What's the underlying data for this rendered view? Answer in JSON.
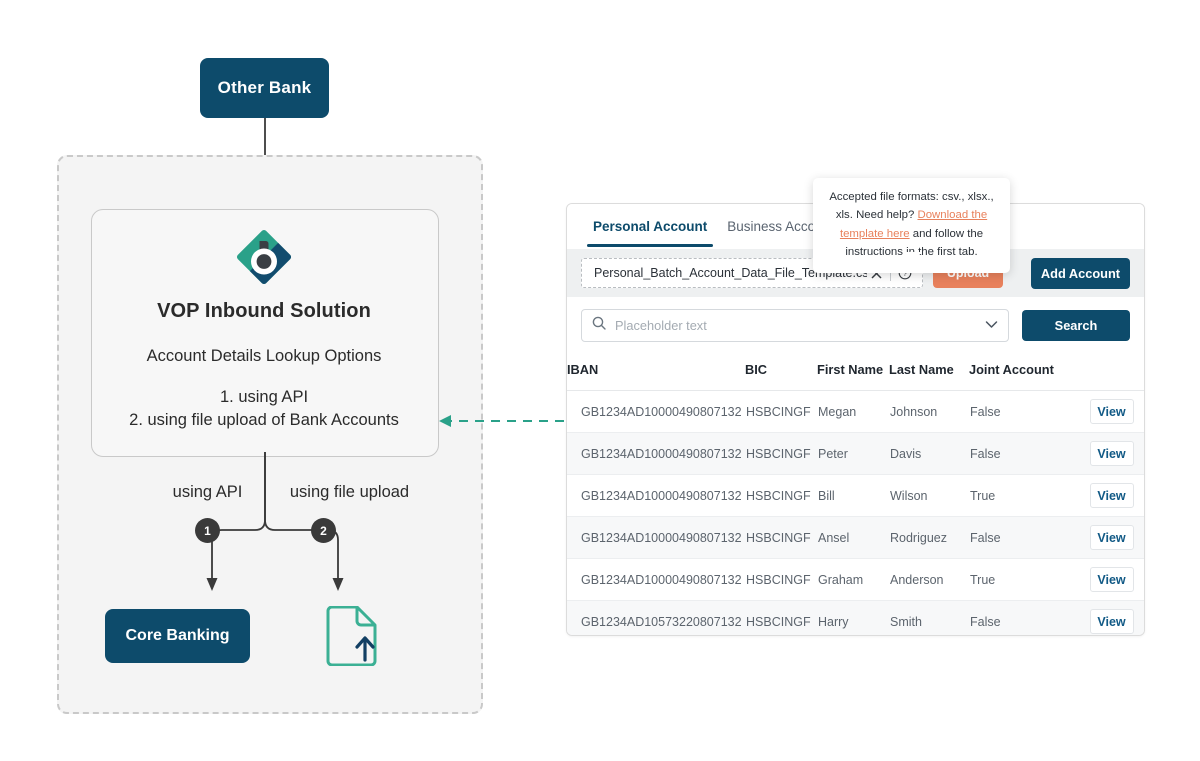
{
  "diagram": {
    "other_bank": "Other Bank",
    "solution_title": "VOP Inbound Solution",
    "solution_subtitle": "Account Details Lookup Options",
    "option_1": "1. using API",
    "option_2": "2. using file upload of Bank Accounts",
    "branch_label_left": "using API",
    "branch_label_right": "using file upload",
    "badge_1": "1",
    "badge_2": "2",
    "core_banking": "Core Banking",
    "logo_icon": "bank-logo-icon",
    "file_upload_icon": "file-upload-icon",
    "colors": {
      "navy": "#0d4b6b",
      "teal": "#3bb094",
      "charcoal": "#3a3a3a",
      "coral": "#e8815c",
      "region_bg": "#f4f4f4"
    }
  },
  "panel": {
    "tabs": [
      {
        "label": "Personal Account",
        "active": true
      },
      {
        "label": "Business Account",
        "active": false
      }
    ],
    "upload": {
      "file_name": "Personal_Batch_Account_Data_File_Template.csv",
      "clear_icon": "close-icon",
      "help_icon": "question-circle-icon",
      "upload_label": "Upload",
      "add_account_label": "Add Account"
    },
    "search": {
      "placeholder": "Placeholder text",
      "value": "",
      "search_icon": "search-icon",
      "chevron_icon": "chevron-down-icon",
      "button_label": "Search"
    },
    "table": {
      "columns": [
        "IBAN",
        "BIC",
        "First Name",
        "Last Name",
        "Joint Account",
        ""
      ],
      "action_label": "View",
      "rows": [
        {
          "iban": "GB1234AD10000490807132",
          "bic": "HSBCINGF",
          "first": "Megan",
          "last": "Johnson",
          "joint": "False",
          "action": "View"
        },
        {
          "iban": "GB1234AD10000490807132",
          "bic": "HSBCINGF",
          "first": "Peter",
          "last": "Davis",
          "joint": "False",
          "action": "View"
        },
        {
          "iban": "GB1234AD10000490807132",
          "bic": "HSBCINGF",
          "first": "Bill",
          "last": "Wilson",
          "joint": "True",
          "action": "View"
        },
        {
          "iban": "GB1234AD10000490807132",
          "bic": "HSBCINGF",
          "first": "Ansel",
          "last": "Rodriguez",
          "joint": "False",
          "action": "View"
        },
        {
          "iban": "GB1234AD10000490807132",
          "bic": "HSBCINGF",
          "first": "Graham",
          "last": "Anderson",
          "joint": "True",
          "action": "View"
        },
        {
          "iban": "GB1234AD10573220807132",
          "bic": "HSBCINGF",
          "first": "Harry",
          "last": "Smith",
          "joint": "False",
          "action": "View"
        }
      ]
    }
  },
  "tooltip": {
    "part_1": "Accepted file formats: csv., xlsx., xls. Need help? ",
    "link_1": "Download the template here",
    "part_2": " and follow the instructions in the first tab."
  }
}
